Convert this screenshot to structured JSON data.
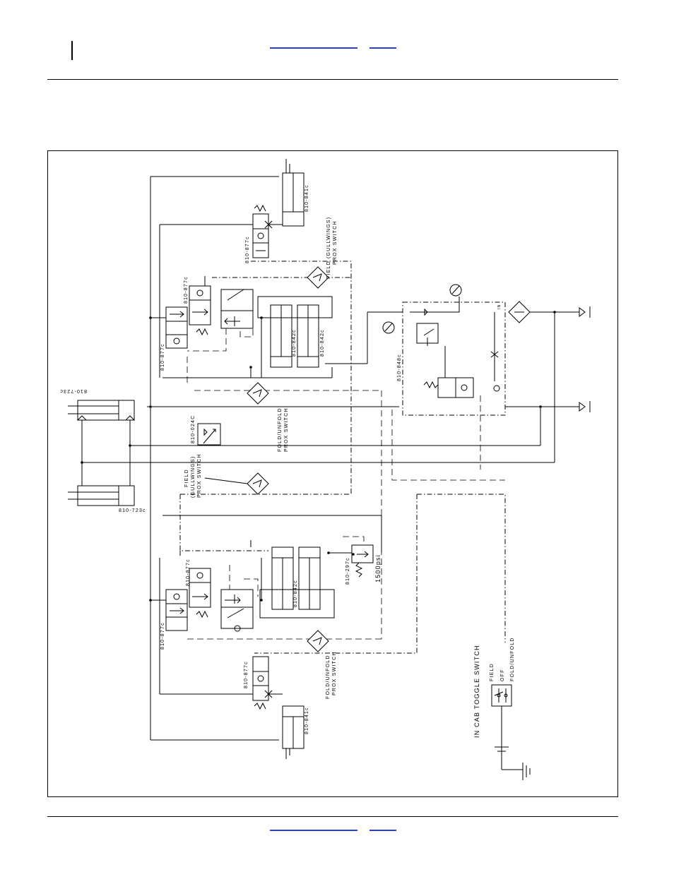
{
  "header": {},
  "footer": {},
  "diagram": {
    "labels": {
      "cyl_top": "810-841c",
      "cyl_bottom": "810-841c",
      "valve_top_a": "810-877c",
      "valve_top_b": "810-877c",
      "valve_top_c": "810-877c",
      "valve_bot_a": "810-877c",
      "valve_bot_b": "810-877c",
      "valve_bot_c": "810-877c",
      "wing_cyl_top": "810-723c",
      "wing_cyl_bot": "810-723c",
      "flow_ctrl": "810-024C",
      "mid_cyl_a_top": "810-842c",
      "mid_cyl_b_top": "810-842c",
      "mid_cyl_bot": "810-842c",
      "manifold": "810-848c",
      "relief": "810-297c",
      "pressure": "1500psi",
      "prox_field_gullwings_top": "FIELD (GULLWINGS)",
      "prox_switch_top": "PROX SWITCH",
      "prox_fold_top_1": "FOLD/UNFOLD",
      "prox_fold_top_2": "PROX SWITCH",
      "prox_field_mid_1": "FIELD",
      "prox_field_mid_2": "(GULLWINGS)",
      "prox_field_mid_3": "PROX SWITCH",
      "prox_fold_bot_1": "FOLD/UNFOLD",
      "prox_fold_bot_2": "PROX SWITCH",
      "toggle_title": "IN CAB TOGGLE SWITCH",
      "toggle_field": "FIELD",
      "toggle_off": "OFF",
      "toggle_fold": "FOLD/UNFOLD",
      "in_label": "IN"
    }
  }
}
